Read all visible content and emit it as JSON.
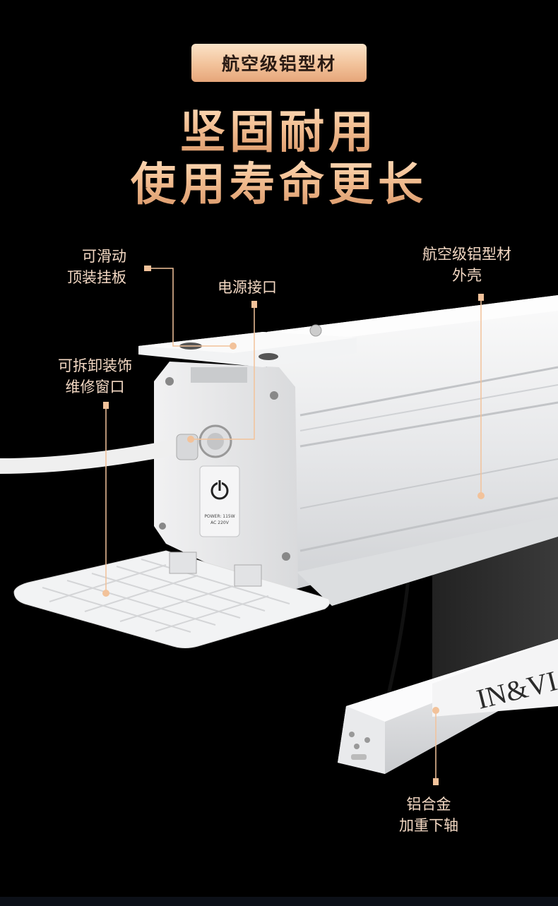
{
  "header": {
    "badge": "航空级铝型材",
    "headline_line1": "坚固耐用",
    "headline_line2": "使用寿命更长"
  },
  "callouts": {
    "sliding_plate": [
      "可滑动",
      "顶装挂板"
    ],
    "power_port": [
      "电源接口"
    ],
    "housing": [
      "航空级铝型材",
      "外壳"
    ],
    "service_window": [
      "可拆卸装饰",
      "维修窗口"
    ],
    "bottom_bar": [
      "铝合金",
      "加重下轴"
    ]
  },
  "product": {
    "brand_logo": "IN&VI",
    "power_label": [
      "POWER: 115W",
      "AC 220V"
    ],
    "power_icon": "power-icon"
  },
  "colors": {
    "accent": "#f2c29a",
    "background": "#000000",
    "housing": "#e6e7e9"
  }
}
